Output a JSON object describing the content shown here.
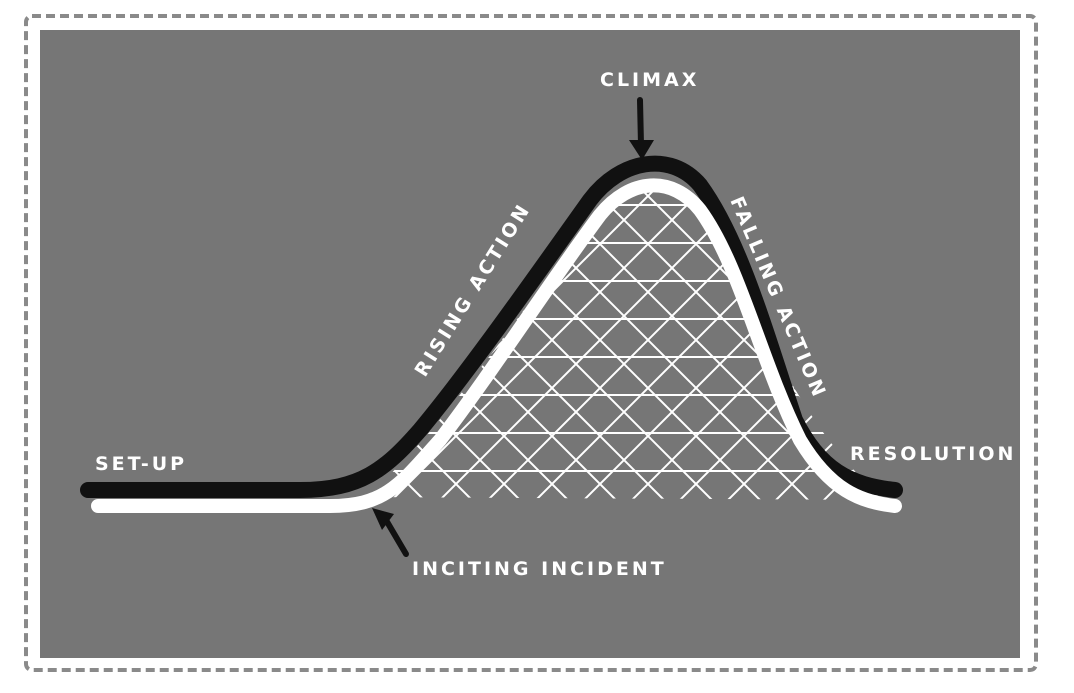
{
  "diagram": {
    "labels": {
      "climax": "CLIMAX",
      "rising_action": "RISING ACTION",
      "falling_action": "FALLING ACTION",
      "setup": "SET-UP",
      "resolution": "RESOLUTION",
      "inciting_incident": "INCITING INCIDENT"
    },
    "colors": {
      "background": "#767676",
      "frame_dash": "#8a8a8a",
      "track_black": "#111111",
      "track_white": "#ffffff",
      "lattice": "#ffffff"
    }
  }
}
